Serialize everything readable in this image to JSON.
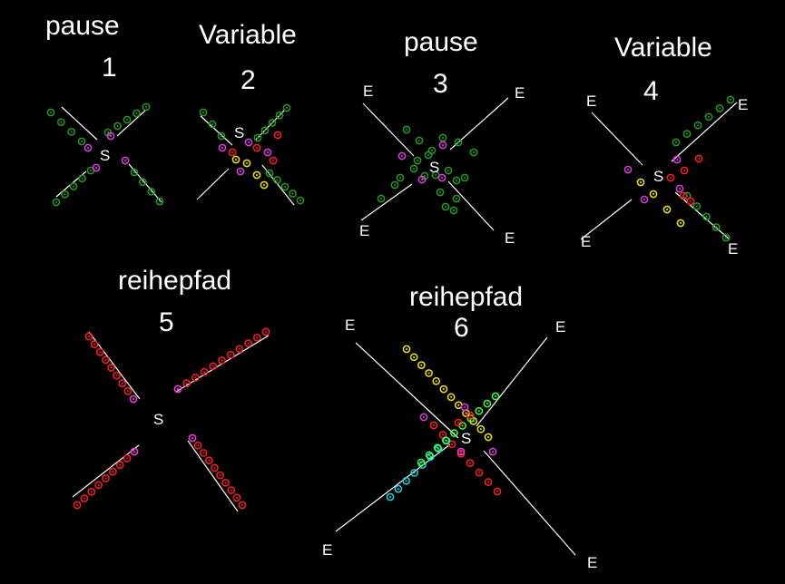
{
  "colors": {
    "background": "#000000",
    "line": "#ffffff",
    "green": "#1f9e1f",
    "magenta": "#e13ce1",
    "red": "#ff1f1f",
    "yellow": "#f2e600",
    "bright_green": "#3cff3c",
    "cyan": "#18d6e6"
  },
  "panels": [
    {
      "title": "pause",
      "number": "1"
    },
    {
      "title": "Variable",
      "number": "2"
    },
    {
      "title": "pause",
      "number": "3"
    },
    {
      "title": "Variable",
      "number": "4"
    },
    {
      "title": "reihepfad",
      "number": "5"
    },
    {
      "title": "reihepfad",
      "number": "6"
    }
  ],
  "labels": {
    "start": "S",
    "end": "E"
  },
  "icon": "flower-dot-icon"
}
